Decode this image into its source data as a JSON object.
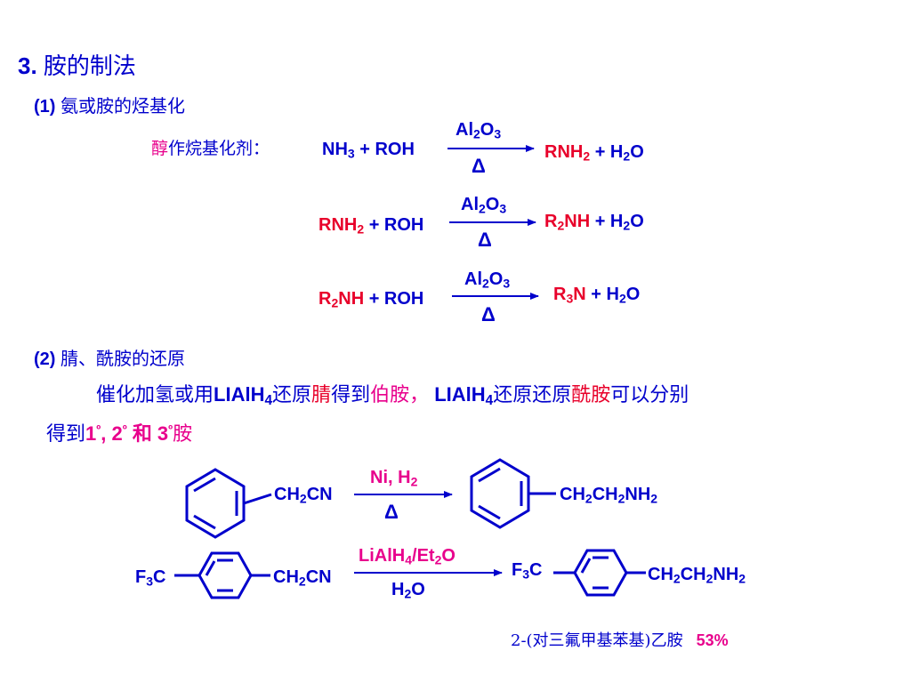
{
  "heading": {
    "num": "3.",
    "text": "胺的制法"
  },
  "sec1": {
    "num": "(1)",
    "text": "氨或胺的烃基化"
  },
  "alcohol_note": {
    "hl": "醇",
    "rest": "作烷基化剂："
  },
  "rx1": {
    "reactant": {
      "a": "NH",
      "a_sub": "3",
      "b": " + ROH"
    },
    "above": {
      "a": "Al",
      "a_sub": "2",
      "b": "O",
      "b_sub": "3"
    },
    "below": "Δ",
    "product": {
      "a": "RNH",
      "a_sub": "2",
      "b": " + H",
      "b_sub": "2",
      "c": "O"
    }
  },
  "rx2": {
    "reactant": {
      "a": "RNH",
      "a_sub": "2",
      "b": " + ROH"
    },
    "above": {
      "a": "Al",
      "a_sub": "2",
      "b": "O",
      "b_sub": "3"
    },
    "below": "Δ",
    "product": {
      "a": "R",
      "a_sub": "2",
      "b": "NH",
      "c": " + H",
      "c_sub": "2",
      "d": "O"
    }
  },
  "rx3": {
    "reactant": {
      "a": "R",
      "a_sub": "2",
      "b": "NH",
      "c": " + ROH"
    },
    "above": {
      "a": "Al",
      "a_sub": "2",
      "b": "O",
      "b_sub": "3"
    },
    "below": "Δ",
    "product": {
      "a": "R",
      "a_sub": "3",
      "b": "N",
      "c": " + H",
      "c_sub": "2",
      "d": "O"
    }
  },
  "sec2": {
    "num": "(2)",
    "text": "腈、酰胺的还原"
  },
  "para": {
    "l1a": "催化加氢或用",
    "l1b": "LIAlH",
    "l1b_sub": "4",
    "l1c": "还原",
    "l1d": "腈",
    "l1e": "得到",
    "l1f": "伯胺，",
    "l1g": "LIAlH",
    "l1g_sub": "4",
    "l1h": "还原还原",
    "l1i": "酰胺",
    "l1j": "可以分别",
    "l2a": "得到",
    "l2b": "1",
    "l2b_sup": "º",
    "l2c": ",  2",
    "l2c_sup": "º",
    "l2d": " 和 3",
    "l2d_sup": "º",
    "l2e": "胺"
  },
  "rx4": {
    "reactant": {
      "a": "CH",
      "a_sub": "2",
      "b": "CN"
    },
    "above": {
      "a": "Ni, H",
      "a_sub": "2"
    },
    "below": "Δ",
    "product": {
      "a": "CH",
      "a_sub": "2",
      "b": "CH",
      "b_sub": "2",
      "c": "NH",
      "c_sub": "2"
    }
  },
  "rx5": {
    "left": {
      "a": "F",
      "a_sub": "3",
      "b": "C"
    },
    "reactant": {
      "a": "CH",
      "a_sub": "2",
      "b": "CN"
    },
    "above": {
      "a": "LiAlH",
      "a_sub": "4",
      "b": "/Et",
      "b_sub": "2",
      "c": "O"
    },
    "below": {
      "a": "H",
      "a_sub": "2",
      "b": "O"
    },
    "product_left": {
      "a": "F",
      "a_sub": "3",
      "b": "C"
    },
    "product": {
      "a": "CH",
      "a_sub": "2",
      "b": "CH",
      "b_sub": "2",
      "c": "NH",
      "c_sub": "2"
    }
  },
  "caption": {
    "name": "2-(对三氟甲基苯基)乙胺",
    "yield": "53%"
  },
  "colors": {
    "blue": "#0000cc",
    "red": "#e8002a",
    "pink": "#e8008c",
    "bg": "#ffffff"
  }
}
